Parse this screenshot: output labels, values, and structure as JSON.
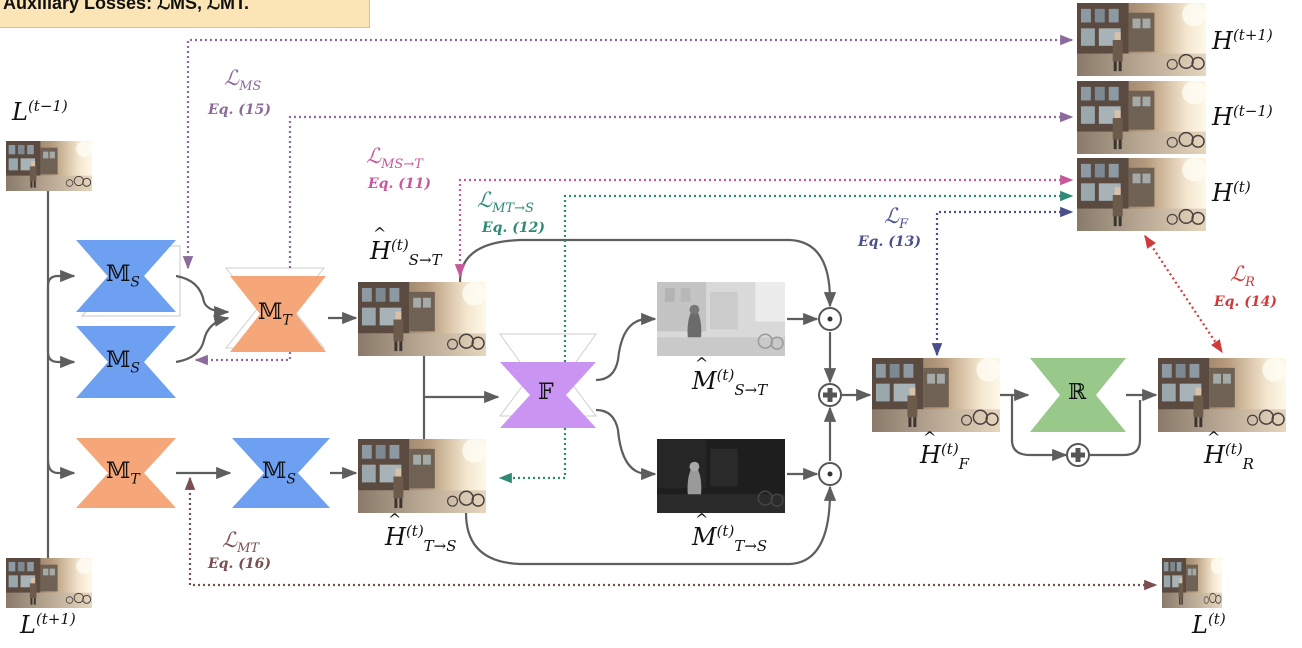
{
  "header": {
    "text": "Auxiliary Losses: ℒMS, ℒMT."
  },
  "inputs": {
    "l_prev": {
      "base": "L",
      "sup": "(t−1)"
    },
    "l_next": {
      "base": "L",
      "sup": "(t+1)"
    },
    "l_cur": {
      "base": "L",
      "sup": "(t)"
    }
  },
  "targets": {
    "h_next": {
      "base": "H",
      "sup": "(t+1)"
    },
    "h_prev": {
      "base": "H",
      "sup": "(t−1)"
    },
    "h_cur": {
      "base": "H",
      "sup": "(t)"
    }
  },
  "networks": {
    "ms": {
      "base": "𝕄",
      "sub": "S"
    },
    "mt": {
      "base": "𝕄",
      "sub": "T"
    },
    "f": {
      "base": "𝔽"
    },
    "r": {
      "base": "ℝ"
    }
  },
  "outputs": {
    "h_s2t": {
      "base": "H",
      "sup": "(t)",
      "sub": "S→T"
    },
    "h_t2s": {
      "base": "H",
      "sup": "(t)",
      "sub": "T→S"
    },
    "m_s2t": {
      "base": "M",
      "sup": "(t)",
      "sub": "S→T"
    },
    "m_t2s": {
      "base": "M",
      "sup": "(t)",
      "sub": "T→S"
    },
    "h_f": {
      "base": "H",
      "sup": "(t)",
      "sub": "F"
    },
    "h_r": {
      "base": "H",
      "sup": "(t)",
      "sub": "R"
    }
  },
  "losses": {
    "ms": {
      "base": "ℒ",
      "sub": "MS",
      "eq": "Eq. (15)",
      "color": "#8b6a9c"
    },
    "s2t": {
      "base": "ℒ",
      "sub": "MS→T",
      "eq": "Eq. (11)",
      "color": "#c8589c"
    },
    "t2s": {
      "base": "ℒ",
      "sub": "MT→S",
      "eq": "Eq. (12)",
      "color": "#2f8a74"
    },
    "f": {
      "base": "ℒ",
      "sub": "F",
      "eq": "Eq. (13)",
      "color": "#4a4f8c"
    },
    "r": {
      "base": "ℒ",
      "sub": "R",
      "eq": "Eq. (14)",
      "color": "#cf3b3b"
    },
    "mt": {
      "base": "ℒ",
      "sub": "MT",
      "eq": "Eq. (16)",
      "color": "#7a4f4f"
    }
  },
  "operators": {
    "multiply": "⊙",
    "add": "✚"
  },
  "colors": {
    "ms_net": "#6ea0f2",
    "mt_net": "#f6a77a",
    "f_net": "#c994f2",
    "r_net": "#98c98a",
    "arrow": "#5e5e5e"
  }
}
